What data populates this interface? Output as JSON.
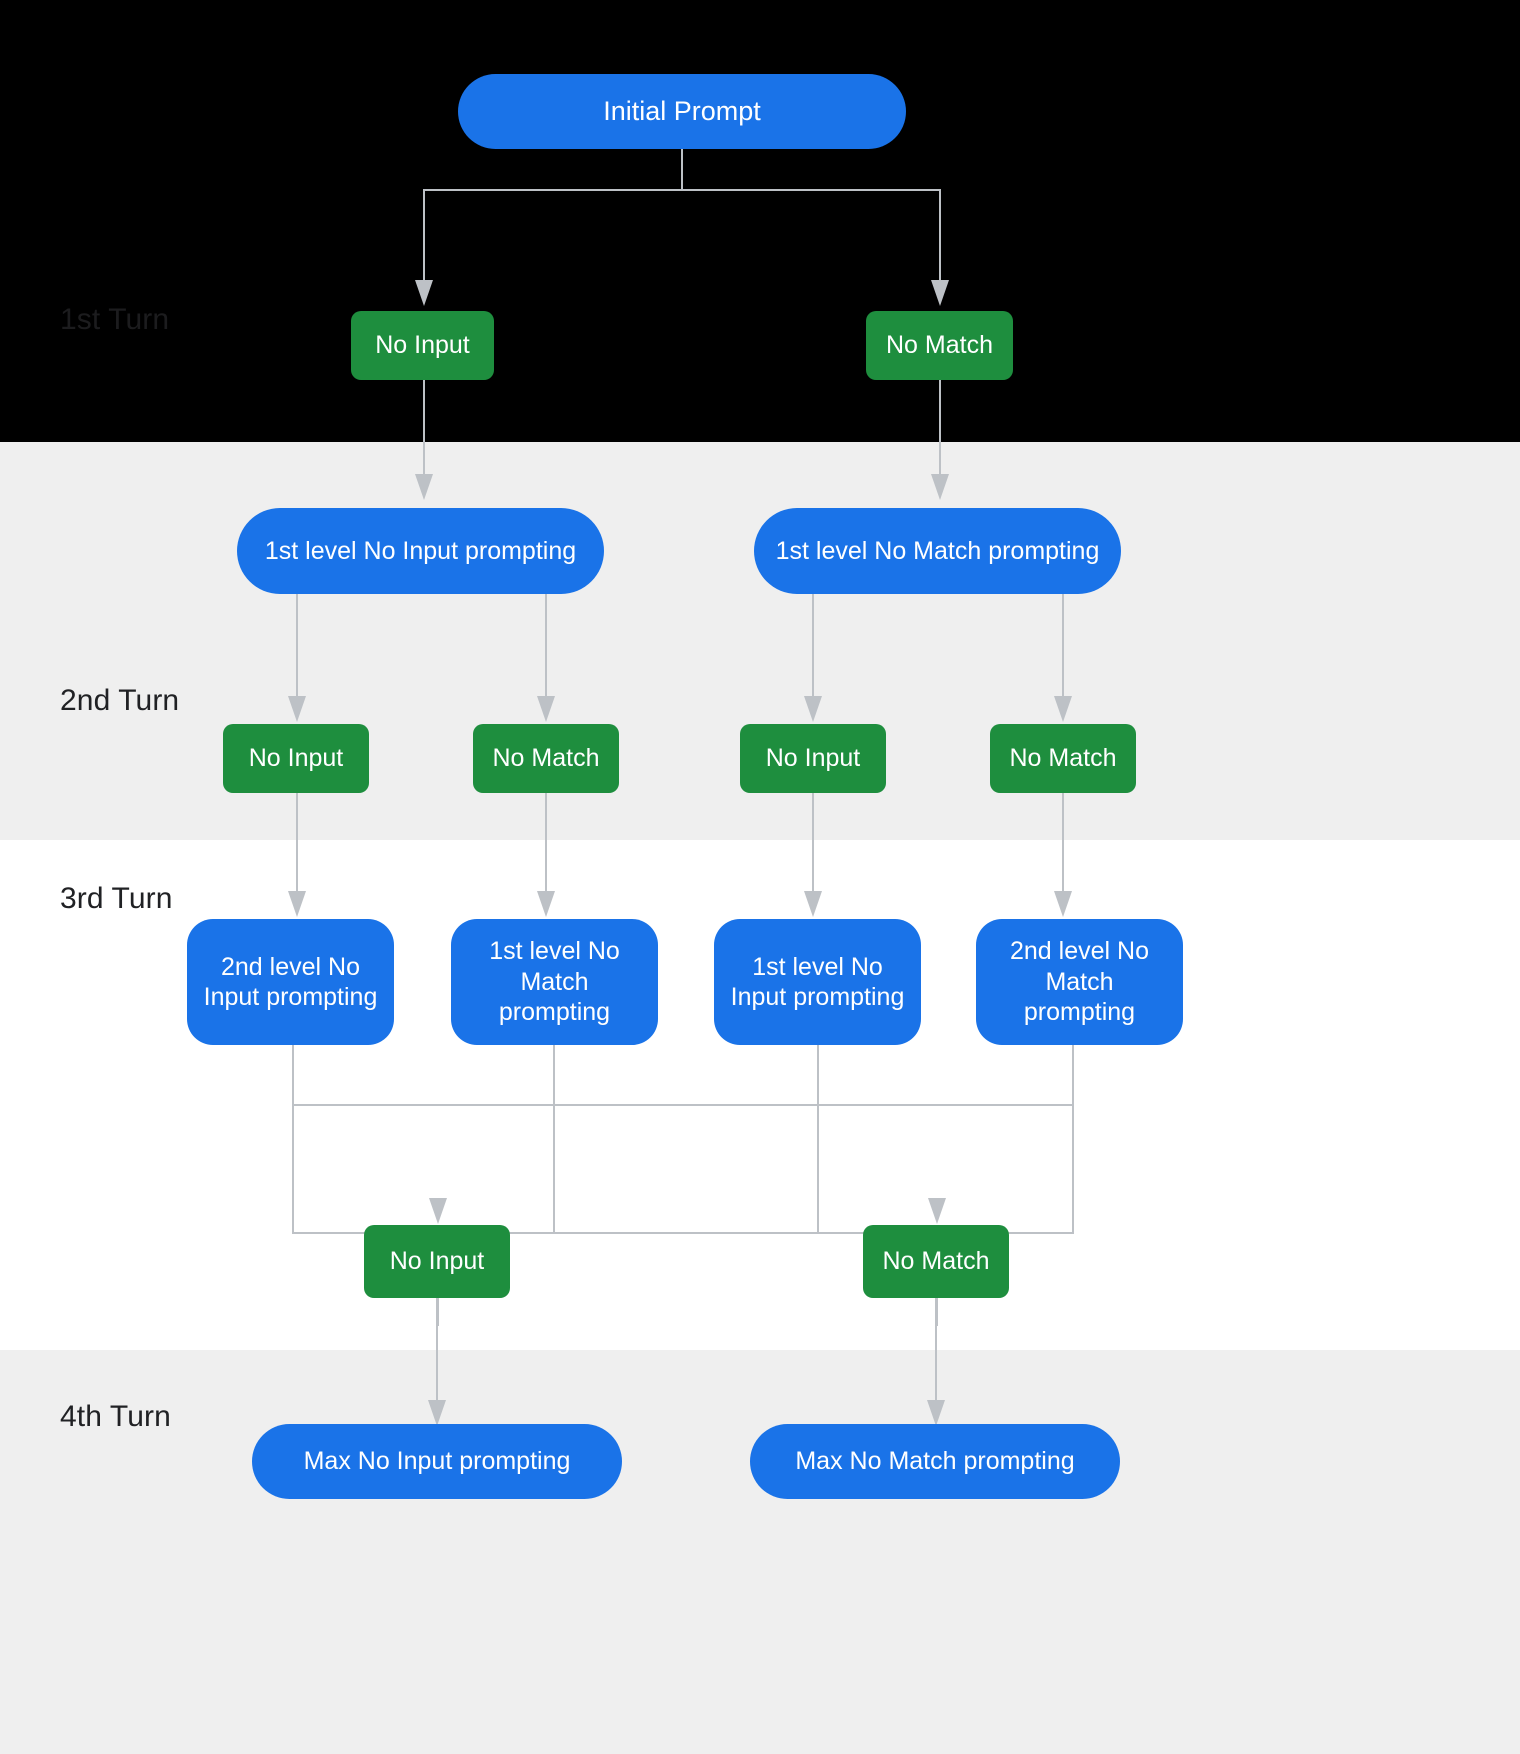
{
  "diagram": {
    "title": "Virtual agent no-input / no-match prompting escalation flow",
    "colors": {
      "blue": "#1a73e8",
      "green": "#1e8e3e",
      "connector": "#bdc1c6",
      "band_dark": "#000000",
      "band_gray": "#efefef",
      "band_white": "#ffffff",
      "label_text": "#202124",
      "node_text": "#ffffff"
    },
    "turn_labels": [
      {
        "id": "turn-1",
        "text": "1st Turn"
      },
      {
        "id": "turn-2",
        "text": "2nd Turn"
      },
      {
        "id": "turn-3",
        "text": "3rd Turn"
      },
      {
        "id": "turn-4",
        "text": "4th Turn"
      }
    ],
    "nodes": {
      "initial_prompt": "Initial Prompt",
      "turn1_no_input": "No Input",
      "turn1_no_match": "No Match",
      "lvl1_no_input_prompting": "1st level No Input prompting",
      "lvl1_no_match_prompting": "1st level No Match prompting",
      "turn2_no_input_a": "No Input",
      "turn2_no_match_a": "No Match",
      "turn2_no_input_b": "No Input",
      "turn2_no_match_b": "No Match",
      "lvl2_no_input_prompting": "2nd level No Input prompting",
      "lvl1_no_match_prompting_b": "1st level No Match prompting",
      "lvl1_no_input_prompting_b": "1st level No Input prompting",
      "lvl2_no_match_prompting": "2nd level No Match prompting",
      "turn3_no_input": "No Input",
      "turn3_no_match": "No Match",
      "max_no_input_prompting": "Max No Input prompting",
      "max_no_match_prompting": "Max No Match prompting"
    }
  }
}
